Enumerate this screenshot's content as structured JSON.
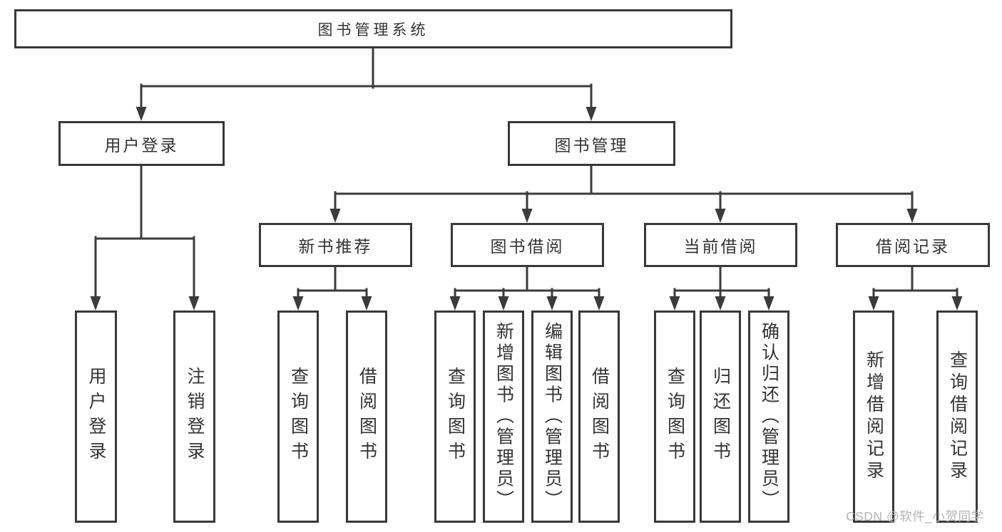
{
  "diagram": {
    "root": {
      "label": "图书管理系统"
    },
    "level2": {
      "user_login": {
        "label": "用户登录"
      },
      "book_mgmt": {
        "label": "图书管理"
      }
    },
    "level3": {
      "new_book_rec": {
        "label": "新书推荐"
      },
      "book_borrow": {
        "label": "图书借阅"
      },
      "current_borrow": {
        "label": "当前借阅"
      },
      "borrow_record": {
        "label": "借阅记录"
      }
    },
    "leaves": {
      "user_login": {
        "label": "用户登录"
      },
      "logout": {
        "label": "注销登录"
      },
      "nb_query": {
        "label": "查询图书"
      },
      "nb_borrow": {
        "label": "借阅图书"
      },
      "bb_query": {
        "label": "查询图书"
      },
      "bb_add": {
        "label": "新增图书（管理员）"
      },
      "bb_edit": {
        "label": "编辑图书（管理员）"
      },
      "bb_borrow": {
        "label": "借阅图书"
      },
      "cb_query": {
        "label": "查询图书"
      },
      "cb_return": {
        "label": "归还图书"
      },
      "cb_confirm": {
        "label": "确认归还（管理员）"
      },
      "br_add": {
        "label": "新增借阅记录"
      },
      "br_query": {
        "label": "查询借阅记录"
      }
    },
    "watermark": {
      "text": "CSDN @软件_小贺同学"
    },
    "colors": {
      "line": "#3b3b3b",
      "box_border": "#383838",
      "text": "#333333",
      "watermark": "#b4b4b4",
      "background": "#ffffff"
    }
  }
}
